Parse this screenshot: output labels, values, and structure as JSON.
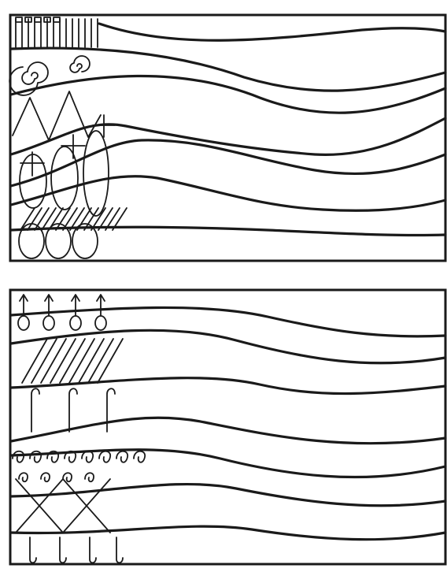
{
  "palette": {
    "line": "#1a1a1a",
    "background": "#ffffff"
  },
  "panels": [
    {
      "id": "top",
      "motifs": [
        "vertical-hatching",
        "spirals",
        "zigzag",
        "crosses",
        "tall-loops",
        "diagonal-hatching",
        "oval-loops"
      ]
    },
    {
      "id": "bottom",
      "motifs": [
        "upward-arrows-with-loops",
        "diagonal-hatching",
        "hooks",
        "small-curls",
        "crossing-diagonals",
        "hooks"
      ]
    }
  ]
}
